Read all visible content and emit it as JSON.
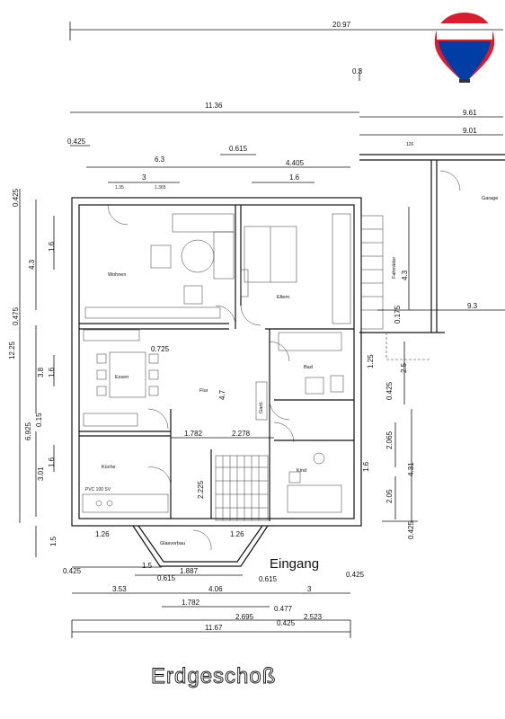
{
  "title": "Erdgeschoß",
  "entrance_label": "Eingang",
  "logo": {
    "text": "RE/MAX",
    "colors": {
      "red": "#dc1c2e",
      "blue": "#003da5",
      "white": "#ffffff"
    }
  },
  "rooms": {
    "wohnen": "Wohnen",
    "eltern": "Eltern",
    "essen": "Essen",
    "flur": "Flur",
    "bad": "Bad",
    "garderobe": "Gard.",
    "kueche": "Küche",
    "kind": "Kind",
    "garage": "Garage",
    "fahrrad": "Fahrräder",
    "glasvorbau": "Glasvorbau"
  },
  "notes": {
    "pvc": "PVC 100 SV",
    "n126": "126"
  },
  "dims": {
    "d2097": "20.97",
    "d1136": "11.36",
    "d961": "9.61",
    "d901": "9.01",
    "d0425a": "0.425",
    "d0615": "0.615",
    "d63": "6.3",
    "d4405": "4.405",
    "d3": "3",
    "d16a": "1.6",
    "d0425r": "0.425",
    "d1225": "12.25",
    "d43a": "4.3",
    "d16b": "1.6",
    "d0475": "0.475",
    "d38": "3.8",
    "d16c": "1.6",
    "d6925": "6.925",
    "d015": "0.15",
    "d301": "3.01",
    "d16d": "1.6",
    "d15": "1.5",
    "d0725": "0.725",
    "d47": "4.7",
    "d1782a": "1.782",
    "d2278": "2.278",
    "d2225": "2.225",
    "d126a": "1.26",
    "d126b": "1.26",
    "d43r": "4.3",
    "d93": "9.3",
    "d25": "2.5",
    "d0425g": "0.425",
    "d2065": "2.065",
    "d431": "4.31",
    "d16e": "1.6",
    "d205": "2.05",
    "d0425h": "0.425",
    "d0175": "0.175",
    "d125": "1.25",
    "d15b": "1.5",
    "d1887": "1.887",
    "d0425b": "0.425",
    "d0615b": "0.615",
    "d353": "3.53",
    "d406": "4.06",
    "d0615c": "0.615",
    "d3b": "3",
    "d0425c": "0.425",
    "d1782b": "1.782",
    "d0477": "0.477",
    "d2695": "2.695",
    "d0425d": "0.425",
    "d2523": "2.523",
    "d1167": "11.67",
    "d03": "0.3",
    "d135": "1.35",
    "d1365": "1.365"
  }
}
